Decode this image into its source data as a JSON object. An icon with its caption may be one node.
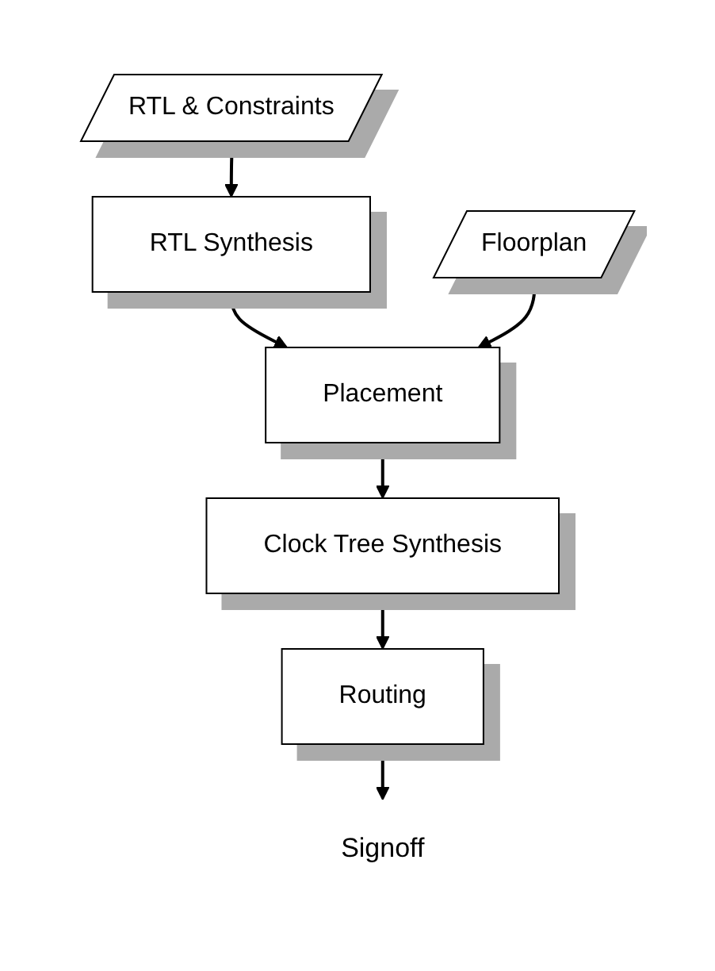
{
  "diagram": {
    "nodes": [
      {
        "text": [
          "RTL & Constraints"
        ]
      },
      {
        "text": [
          "RTL Synthesis"
        ]
      },
      {
        "text": [
          "Floorplan"
        ]
      },
      {
        "text": [
          "Placement"
        ]
      },
      {
        "text": [
          "Clock Tree Synthesis"
        ]
      },
      {
        "text": [
          "Routing"
        ]
      },
      {
        "text": [
          "Signoff"
        ]
      }
    ],
    "edges": [
      {
        "from": 0,
        "to": 1,
        "arrow": "to"
      },
      {
        "from": 1,
        "to": 3,
        "arrow": "to"
      },
      {
        "from": 2,
        "to": 3,
        "arrow": "to"
      },
      {
        "from": 3,
        "to": 4,
        "arrow": "to"
      },
      {
        "from": 4,
        "to": 5,
        "arrow": "to"
      },
      {
        "from": 5,
        "to": 6,
        "arrow": "to"
      }
    ]
  }
}
